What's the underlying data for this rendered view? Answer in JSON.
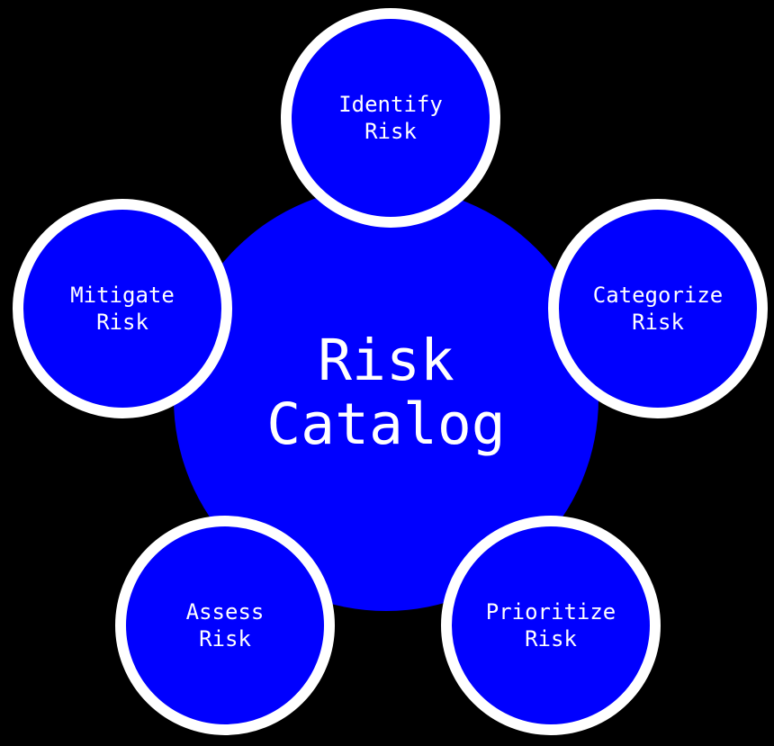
{
  "diagram": {
    "type": "hub-and-spoke",
    "background_color": "#000000",
    "node_fill_color": "#0000ff",
    "node_ring_color": "#ffffff",
    "text_color": "#ffffff",
    "center": {
      "label": "Risk Catalog",
      "lines": [
        "Risk",
        "Catalog"
      ]
    },
    "satellites": [
      {
        "id": "identify-risk",
        "label": "Identify Risk",
        "lines": [
          "Identify",
          "Risk"
        ],
        "position": "top"
      },
      {
        "id": "categorize-risk",
        "label": "Categorize Risk",
        "lines": [
          "Categorize",
          "Risk"
        ],
        "position": "right"
      },
      {
        "id": "prioritize-risk",
        "label": "Prioritize Risk",
        "lines": [
          "Prioritize",
          "Risk"
        ],
        "position": "bottom-right"
      },
      {
        "id": "assess-risk",
        "label": "Assess Risk",
        "lines": [
          "Assess",
          "Risk"
        ],
        "position": "bottom-left"
      },
      {
        "id": "mitigate-risk",
        "label": "Mitigate Risk",
        "lines": [
          "Mitigate",
          "Risk"
        ],
        "position": "left"
      }
    ]
  }
}
